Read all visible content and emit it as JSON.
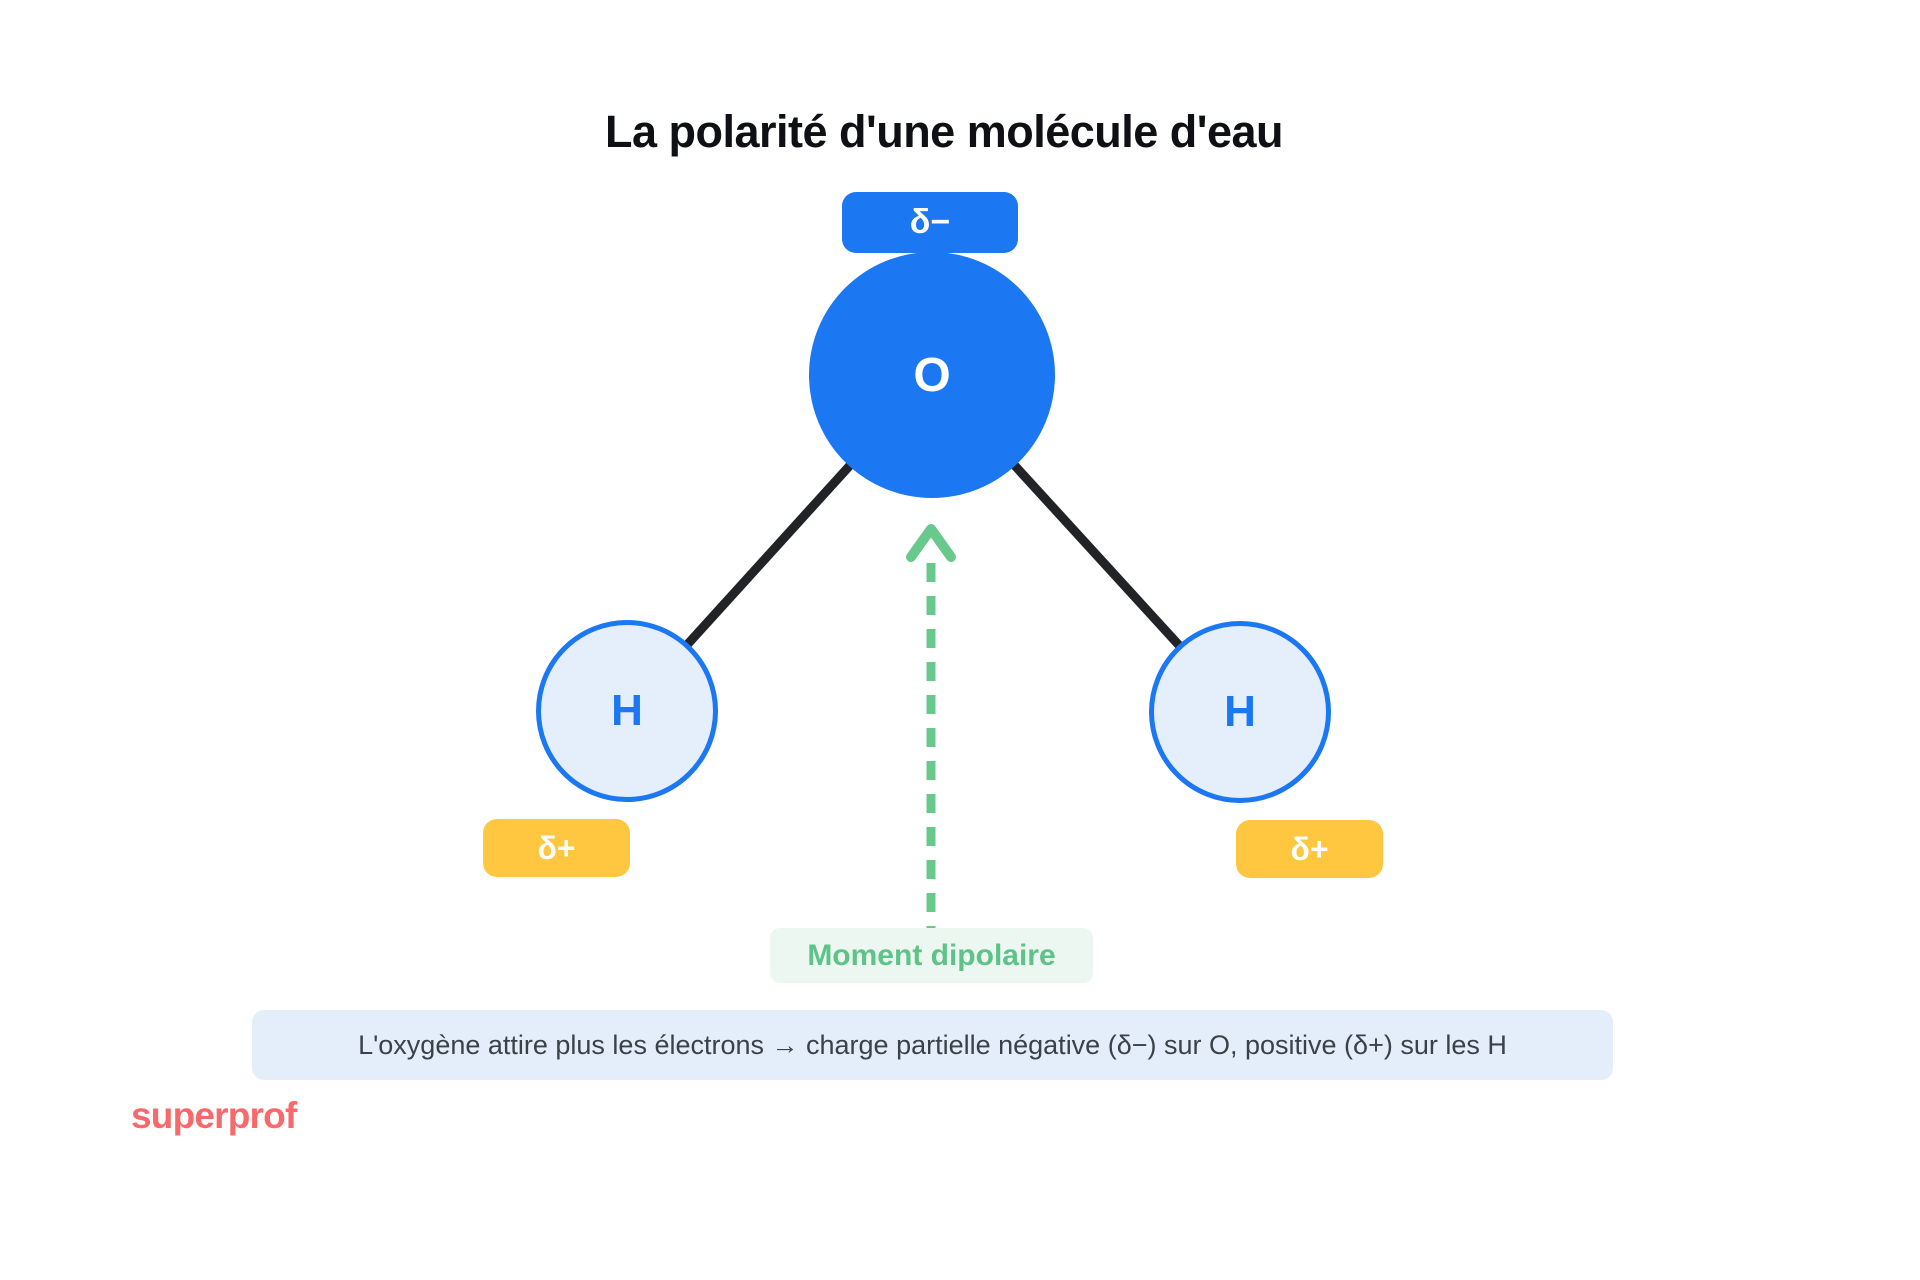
{
  "title": "La polarité d'une molécule d'eau",
  "molecule": {
    "oxygen": {
      "symbol": "O",
      "charge_label": "δ−"
    },
    "hydrogen_left": {
      "symbol": "H",
      "charge_label": "δ+"
    },
    "hydrogen_right": {
      "symbol": "H",
      "charge_label": "δ+"
    }
  },
  "annotation": {
    "dipole_moment_label": "Moment dipolaire"
  },
  "caption": {
    "text": "L'oxygène attire plus les électrons → charge partielle négative (δ−) sur O, positive (δ+) sur les H"
  },
  "brand": {
    "name": "superprof"
  },
  "colors": {
    "atom_blue": "#1b77f2",
    "hydrogen_fill": "#e5eefb",
    "charge_positive_bg": "#ffc640",
    "bond_black": "#222326",
    "dipole_green": "#68c98d",
    "dipole_label_text": "#5ec388",
    "dipole_label_bg": "#edf7f1",
    "caption_bg": "#e4eefb",
    "caption_text": "#3a4149",
    "brand_coral": "#f8696c",
    "title_text": "#0e1013"
  }
}
